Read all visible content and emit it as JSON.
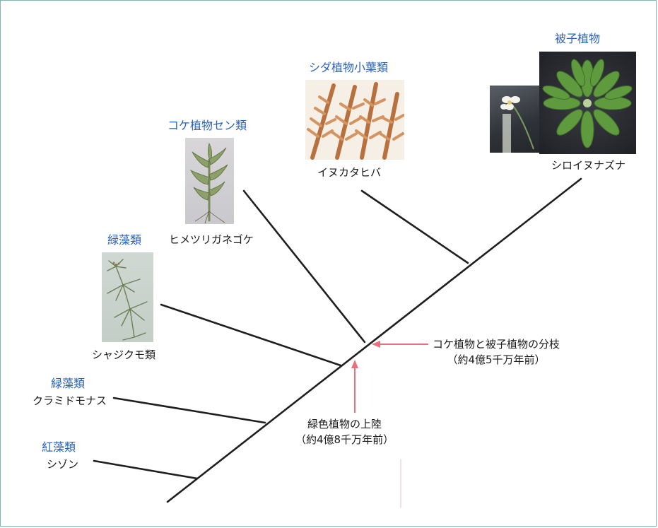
{
  "groups": {
    "angiosperm": {
      "category": "被子植物",
      "species": "シロイヌナズナ"
    },
    "lycophyte": {
      "category": "シダ植物小葉類",
      "species": "イヌカタヒバ"
    },
    "moss": {
      "category": "コケ植物セン類",
      "species": "ヒメツリガネゴケ"
    },
    "charophyte": {
      "category": "緑藻類",
      "species": "シャジクモ類"
    },
    "chlamydomonas": {
      "category": "緑藻類",
      "species": "クラミドモナス"
    },
    "red_alga": {
      "category": "紅藻類",
      "species": "シゾン"
    }
  },
  "annotations": {
    "moss_angiosperm_split": {
      "line1": "コケ植物と被子植物の分枝",
      "line2": "（約4億5千万年前）"
    },
    "land_colonization": {
      "line1": "緑色植物の上陸",
      "line2": "（約4億8千万年前）"
    }
  },
  "colors": {
    "category_text": "#2a62b8",
    "tree_line": "#1f1f1f",
    "arrow": "#e8707c",
    "frame": "#7fb7b0"
  }
}
